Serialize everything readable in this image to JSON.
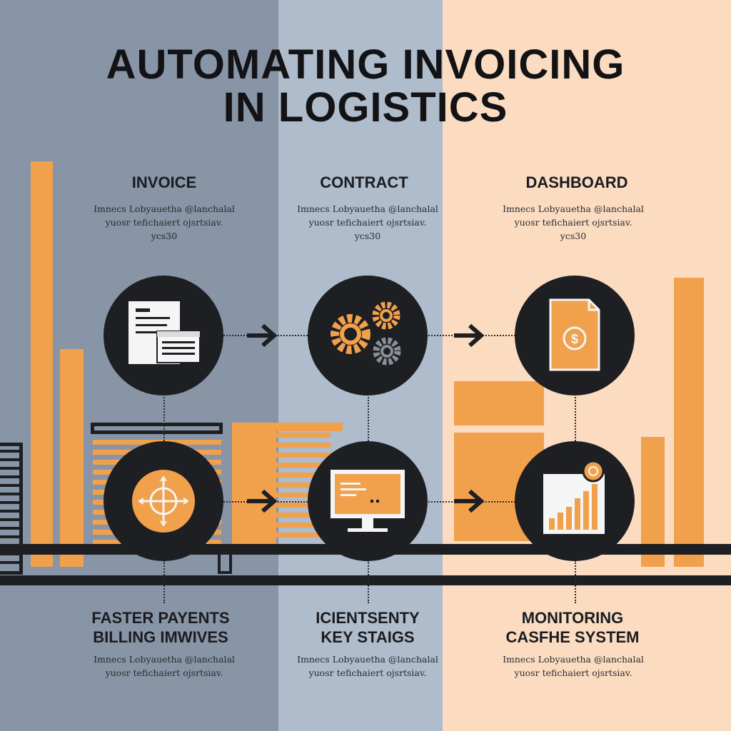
{
  "title": {
    "line1": "AUTOMATING INVOICING",
    "line2": "IN LOGISTICS"
  },
  "columns": [
    {
      "heading": "INVOICE",
      "desc_line1": "Imnecs Lobyauetha @lanchalal",
      "desc_line2": "yuosr tefichaiert ojsrtsiav.",
      "desc_line3": "ycs30"
    },
    {
      "heading": "CONTRACT",
      "desc_line1": "Imnecs Lobyauetha @lanchalal",
      "desc_line2": "yuosr tefichaiert ojsrtsiav.",
      "desc_line3": "ycs30"
    },
    {
      "heading": "DASHBOARD",
      "desc_line1": "Imnecs Lobyauetha @lanchalal",
      "desc_line2": "yuosr tefichaiert ojsrtsiav.",
      "desc_line3": "ycs30"
    }
  ],
  "bottom": [
    {
      "caption_line1": "FASTER PAYENTS",
      "caption_line2": "BILLING IMWIVES",
      "desc_line1": "Imnecs Lobyauetha @lanchalal",
      "desc_line2": "yuosr tefichaiert ojsrtsiav."
    },
    {
      "caption_line1": "ICIENTSENTY",
      "caption_line2": "KEY STAIGS",
      "desc_line1": "Imnecs Lobyauetha @lanchalal",
      "desc_line2": "yuosr tefichaiert ojsrtsiav."
    },
    {
      "caption_line1": "MONITORING",
      "caption_line2": "CASFHE SYSTEM",
      "desc_line1": "Imnecs Lobyauetha @lanchalal",
      "desc_line2": "yuosr tefichaiert ojsrtsiav."
    }
  ],
  "icons": {
    "row1": [
      "document-icon",
      "gears-icon",
      "dollar-file-icon"
    ],
    "row2": [
      "crosshair-icon",
      "monitor-icon",
      "bar-chart-icon"
    ]
  },
  "colors": {
    "left_panel": "#8795a6",
    "middle_panel": "#aebccb",
    "right_panel": "#fbdcc1",
    "accent_orange": "#f1a04c",
    "dark": "#1e1f23"
  }
}
